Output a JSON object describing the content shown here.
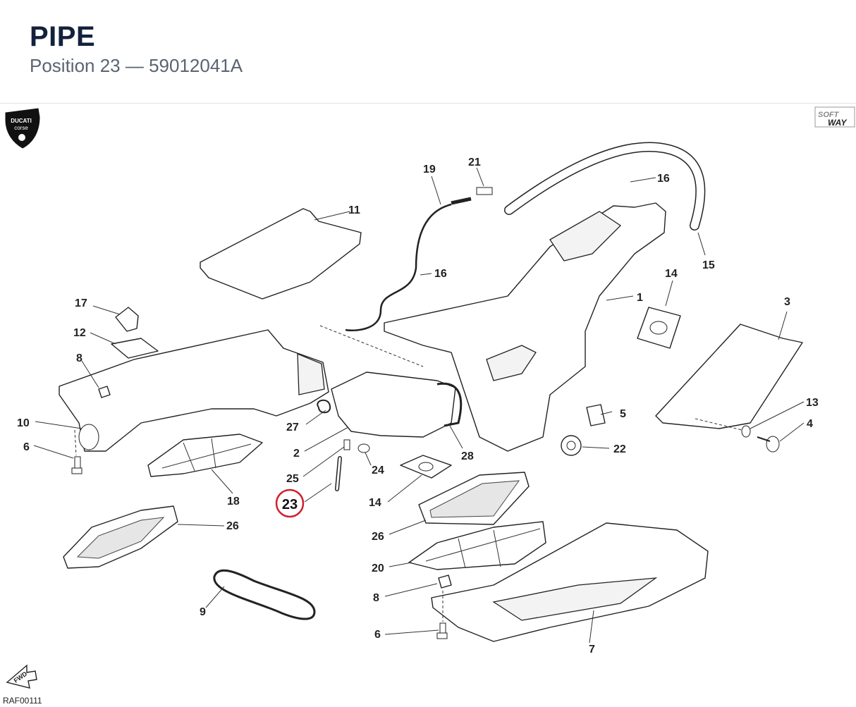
{
  "header": {
    "title": "PIPE",
    "subtitle": "Position 23 — 59012041A"
  },
  "highlight": {
    "label": "23",
    "color": "#d0202e"
  },
  "logos": {
    "brand": "DUCATI corse",
    "brand_line1": "DUCATI",
    "brand_line2": "corse",
    "software": "SOFT WAY",
    "software_line1": "SOFT",
    "software_line2": "WAY",
    "fwd": "FWD"
  },
  "drawing_code": "RAF00111",
  "callouts": [
    {
      "id": "c19",
      "label": "19"
    },
    {
      "id": "c21",
      "label": "21"
    },
    {
      "id": "c16a",
      "label": "16"
    },
    {
      "id": "c11",
      "label": "11"
    },
    {
      "id": "c15",
      "label": "15"
    },
    {
      "id": "c16b",
      "label": "16"
    },
    {
      "id": "c14a",
      "label": "14"
    },
    {
      "id": "c1",
      "label": "1"
    },
    {
      "id": "c3",
      "label": "3"
    },
    {
      "id": "c17",
      "label": "17"
    },
    {
      "id": "c12",
      "label": "12"
    },
    {
      "id": "c8a",
      "label": "8"
    },
    {
      "id": "c10",
      "label": "10"
    },
    {
      "id": "c6a",
      "label": "6"
    },
    {
      "id": "c27",
      "label": "27"
    },
    {
      "id": "c2",
      "label": "2"
    },
    {
      "id": "c25",
      "label": "25"
    },
    {
      "id": "c24",
      "label": "24"
    },
    {
      "id": "c28",
      "label": "28"
    },
    {
      "id": "c5",
      "label": "5"
    },
    {
      "id": "c13",
      "label": "13"
    },
    {
      "id": "c4",
      "label": "4"
    },
    {
      "id": "c22",
      "label": "22"
    },
    {
      "id": "c18",
      "label": "18"
    },
    {
      "id": "c14b",
      "label": "14"
    },
    {
      "id": "c26a",
      "label": "26"
    },
    {
      "id": "c26b",
      "label": "26"
    },
    {
      "id": "c20",
      "label": "20"
    },
    {
      "id": "c8b",
      "label": "8"
    },
    {
      "id": "c9",
      "label": "9"
    },
    {
      "id": "c6b",
      "label": "6"
    },
    {
      "id": "c7",
      "label": "7"
    }
  ]
}
